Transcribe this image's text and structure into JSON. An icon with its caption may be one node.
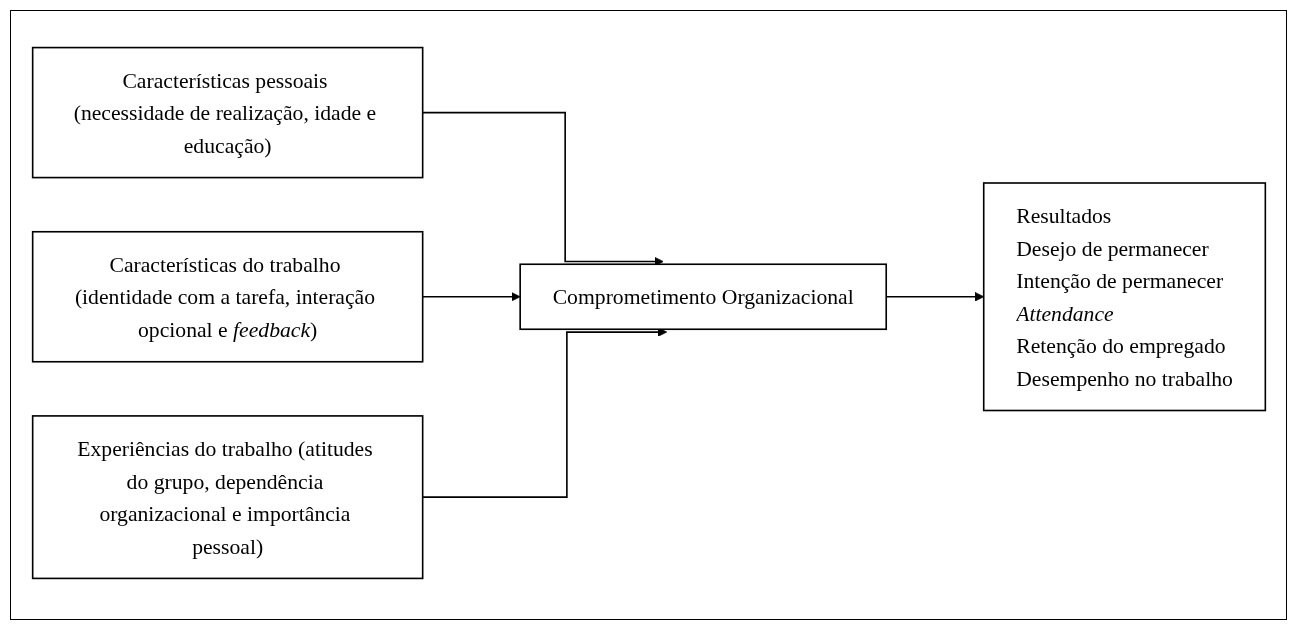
{
  "diagram": {
    "nodes": [
      {
        "text": [
          "Características pessoais (necessidade de realização, idade e educação)"
        ]
      },
      {
        "text": [
          "Características do trabalho (identidade com a tarefa, interação opcional e *feedback*)"
        ]
      },
      {
        "text": [
          "Experiências do trabalho (atitudes do grupo, dependência organizacional e importância pessoal)"
        ]
      },
      {
        "text": [
          "Comprometimento Organizacional"
        ]
      },
      {
        "text": [
          "Resultados",
          "Desejo de permanecer",
          "Intenção de permanecer",
          "*Attendance*",
          "Retenção do empregado",
          "Desempenho no trabalho"
        ]
      }
    ],
    "edges": [
      {
        "from": 0,
        "to": 3,
        "arrow": "to"
      },
      {
        "from": 1,
        "to": 3,
        "arrow": "to"
      },
      {
        "from": 2,
        "to": 3,
        "arrow": "to"
      },
      {
        "from": 3,
        "to": 4,
        "arrow": "to"
      }
    ]
  }
}
